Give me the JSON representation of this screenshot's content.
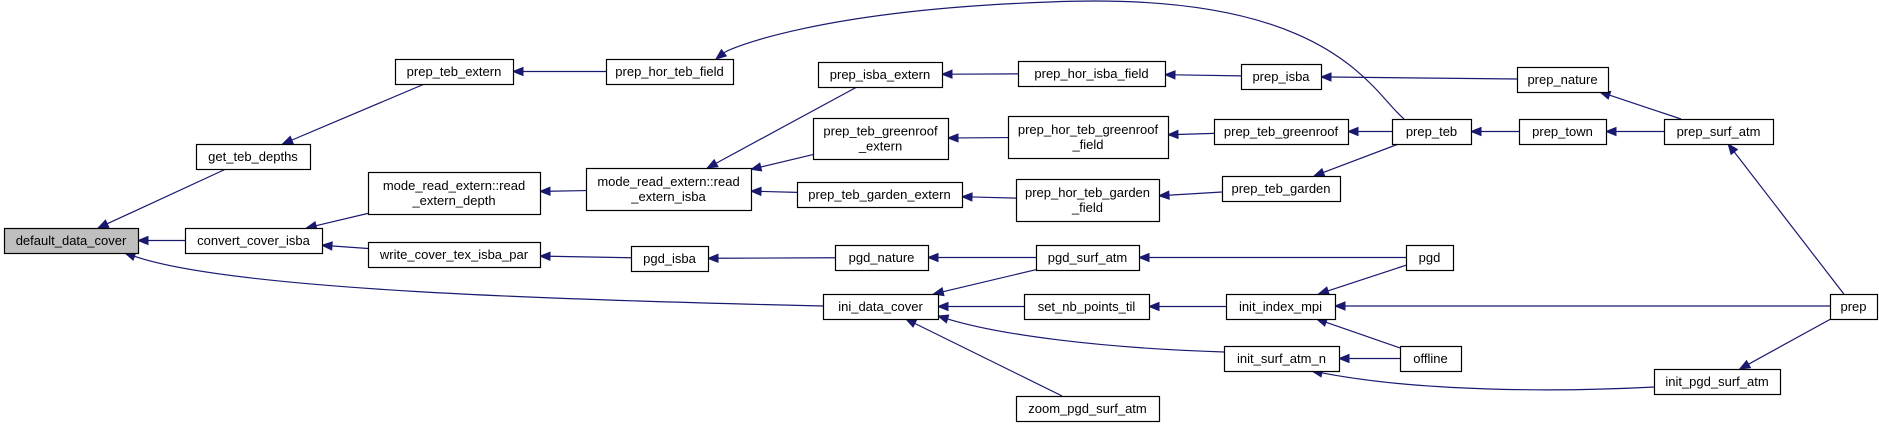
{
  "graph": {
    "title": "",
    "colors": {
      "edge": "#191970",
      "root_fill": "#bfbfbf",
      "node_fill": "#ffffff",
      "node_border": "#000000"
    },
    "nodes": [
      {
        "id": "default_data_cover",
        "lines": [
          "default_data_cover"
        ]
      },
      {
        "id": "get_teb_depths",
        "lines": [
          "get_teb_depths"
        ]
      },
      {
        "id": "convert_cover_isba",
        "lines": [
          "convert_cover_isba"
        ]
      },
      {
        "id": "prep_teb_extern",
        "lines": [
          "prep_teb_extern"
        ]
      },
      {
        "id": "mode_read_extern_read_extern_depth",
        "lines": [
          "mode_read_extern::read",
          "_extern_depth"
        ]
      },
      {
        "id": "write_cover_tex_isba_par",
        "lines": [
          "write_cover_tex_isba_par"
        ]
      },
      {
        "id": "prep_hor_teb_field",
        "lines": [
          "prep_hor_teb_field"
        ]
      },
      {
        "id": "mode_read_extern_read_extern_isba",
        "lines": [
          "mode_read_extern::read",
          "_extern_isba"
        ]
      },
      {
        "id": "pgd_isba",
        "lines": [
          "pgd_isba"
        ]
      },
      {
        "id": "ini_data_cover",
        "lines": [
          "ini_data_cover"
        ]
      },
      {
        "id": "prep_isba_extern",
        "lines": [
          "prep_isba_extern"
        ]
      },
      {
        "id": "prep_teb_greenroof_extern",
        "lines": [
          "prep_teb_greenroof",
          "_extern"
        ]
      },
      {
        "id": "prep_teb_garden_extern",
        "lines": [
          "prep_teb_garden_extern"
        ]
      },
      {
        "id": "pgd_nature",
        "lines": [
          "pgd_nature"
        ]
      },
      {
        "id": "prep_hor_isba_field",
        "lines": [
          "prep_hor_isba_field"
        ]
      },
      {
        "id": "prep_hor_teb_greenroof_field",
        "lines": [
          "prep_hor_teb_greenroof",
          "_field"
        ]
      },
      {
        "id": "prep_hor_teb_garden_field",
        "lines": [
          "prep_hor_teb_garden",
          "_field"
        ]
      },
      {
        "id": "pgd_surf_atm",
        "lines": [
          "pgd_surf_atm"
        ]
      },
      {
        "id": "set_nb_points_til",
        "lines": [
          "set_nb_points_til"
        ]
      },
      {
        "id": "zoom_pgd_surf_atm",
        "lines": [
          "zoom_pgd_surf_atm"
        ]
      },
      {
        "id": "prep_isba",
        "lines": [
          "prep_isba"
        ]
      },
      {
        "id": "prep_teb_greenroof",
        "lines": [
          "prep_teb_greenroof"
        ]
      },
      {
        "id": "prep_teb_garden",
        "lines": [
          "prep_teb_garden"
        ]
      },
      {
        "id": "init_index_mpi",
        "lines": [
          "init_index_mpi"
        ]
      },
      {
        "id": "init_surf_atm_n",
        "lines": [
          "init_surf_atm_n"
        ]
      },
      {
        "id": "prep_teb",
        "lines": [
          "prep_teb"
        ]
      },
      {
        "id": "pgd",
        "lines": [
          "pgd"
        ]
      },
      {
        "id": "offline",
        "lines": [
          "offline"
        ]
      },
      {
        "id": "prep_nature",
        "lines": [
          "prep_nature"
        ]
      },
      {
        "id": "prep_town",
        "lines": [
          "prep_town"
        ]
      },
      {
        "id": "prep_surf_atm",
        "lines": [
          "prep_surf_atm"
        ]
      },
      {
        "id": "init_pgd_surf_atm",
        "lines": [
          "init_pgd_surf_atm"
        ]
      },
      {
        "id": "prep",
        "lines": [
          "prep"
        ]
      }
    ],
    "edges": [
      {
        "from": "get_teb_depths",
        "to": "default_data_cover"
      },
      {
        "from": "convert_cover_isba",
        "to": "default_data_cover"
      },
      {
        "from": "ini_data_cover",
        "to": "default_data_cover"
      },
      {
        "from": "prep_teb_extern",
        "to": "get_teb_depths"
      },
      {
        "from": "mode_read_extern_read_extern_depth",
        "to": "convert_cover_isba"
      },
      {
        "from": "write_cover_tex_isba_par",
        "to": "convert_cover_isba"
      },
      {
        "from": "prep_hor_teb_field",
        "to": "prep_teb_extern"
      },
      {
        "from": "mode_read_extern_read_extern_isba",
        "to": "mode_read_extern_read_extern_depth"
      },
      {
        "from": "pgd_isba",
        "to": "write_cover_tex_isba_par"
      },
      {
        "from": "prep_teb",
        "to": "prep_hor_teb_field"
      },
      {
        "from": "prep_isba_extern",
        "to": "mode_read_extern_read_extern_isba"
      },
      {
        "from": "prep_teb_greenroof_extern",
        "to": "mode_read_extern_read_extern_isba"
      },
      {
        "from": "prep_teb_garden_extern",
        "to": "mode_read_extern_read_extern_isba"
      },
      {
        "from": "pgd_nature",
        "to": "pgd_isba"
      },
      {
        "from": "pgd_surf_atm",
        "to": "ini_data_cover"
      },
      {
        "from": "set_nb_points_til",
        "to": "ini_data_cover"
      },
      {
        "from": "init_surf_atm_n",
        "to": "ini_data_cover"
      },
      {
        "from": "zoom_pgd_surf_atm",
        "to": "ini_data_cover"
      },
      {
        "from": "prep_hor_isba_field",
        "to": "prep_isba_extern"
      },
      {
        "from": "prep_hor_teb_greenroof_field",
        "to": "prep_teb_greenroof_extern"
      },
      {
        "from": "prep_hor_teb_garden_field",
        "to": "prep_teb_garden_extern"
      },
      {
        "from": "pgd_surf_atm",
        "to": "pgd_nature"
      },
      {
        "from": "prep_isba",
        "to": "prep_hor_isba_field"
      },
      {
        "from": "prep_teb_greenroof",
        "to": "prep_hor_teb_greenroof_field"
      },
      {
        "from": "prep_teb_garden",
        "to": "prep_hor_teb_garden_field"
      },
      {
        "from": "pgd",
        "to": "pgd_surf_atm"
      },
      {
        "from": "init_index_mpi",
        "to": "set_nb_points_til"
      },
      {
        "from": "prep_nature",
        "to": "prep_isba"
      },
      {
        "from": "prep_teb",
        "to": "prep_teb_greenroof"
      },
      {
        "from": "prep_teb",
        "to": "prep_teb_garden"
      },
      {
        "from": "pgd",
        "to": "init_index_mpi"
      },
      {
        "from": "offline",
        "to": "init_index_mpi"
      },
      {
        "from": "prep",
        "to": "init_index_mpi"
      },
      {
        "from": "offline",
        "to": "init_surf_atm_n"
      },
      {
        "from": "init_pgd_surf_atm",
        "to": "init_surf_atm_n"
      },
      {
        "from": "prep_town",
        "to": "prep_teb"
      },
      {
        "from": "prep_surf_atm",
        "to": "prep_nature"
      },
      {
        "from": "prep_surf_atm",
        "to": "prep_town"
      },
      {
        "from": "prep",
        "to": "prep_surf_atm"
      },
      {
        "from": "prep",
        "to": "init_pgd_surf_atm"
      }
    ]
  }
}
